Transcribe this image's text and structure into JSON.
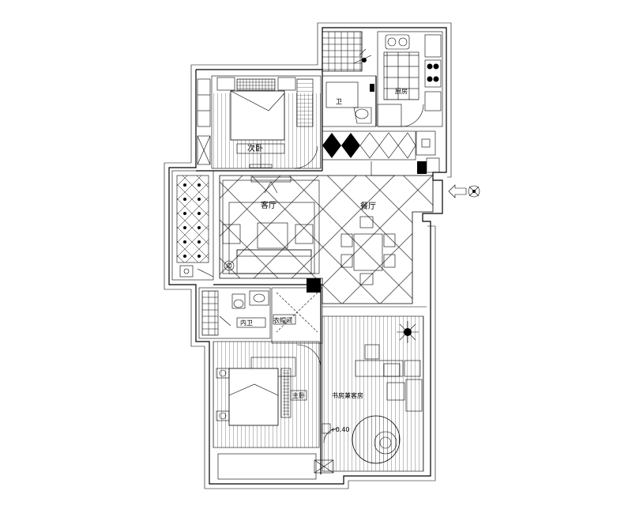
{
  "rooms": {
    "second_bedroom": "次卧",
    "bathroom_upper": "卫",
    "kitchen": "厨房",
    "living_room": "客厅",
    "dining_room": "餐厅",
    "bathroom_lower": "内卫",
    "walk_in_closet": "衣帽间",
    "master_bedroom": "主卧",
    "study_guest_room": "书房兼客房"
  },
  "annotations": {
    "elevation": "+0.40"
  },
  "icons": {
    "entrance": "entrance-arrow-icon",
    "plants": "potted-plant-icon"
  }
}
